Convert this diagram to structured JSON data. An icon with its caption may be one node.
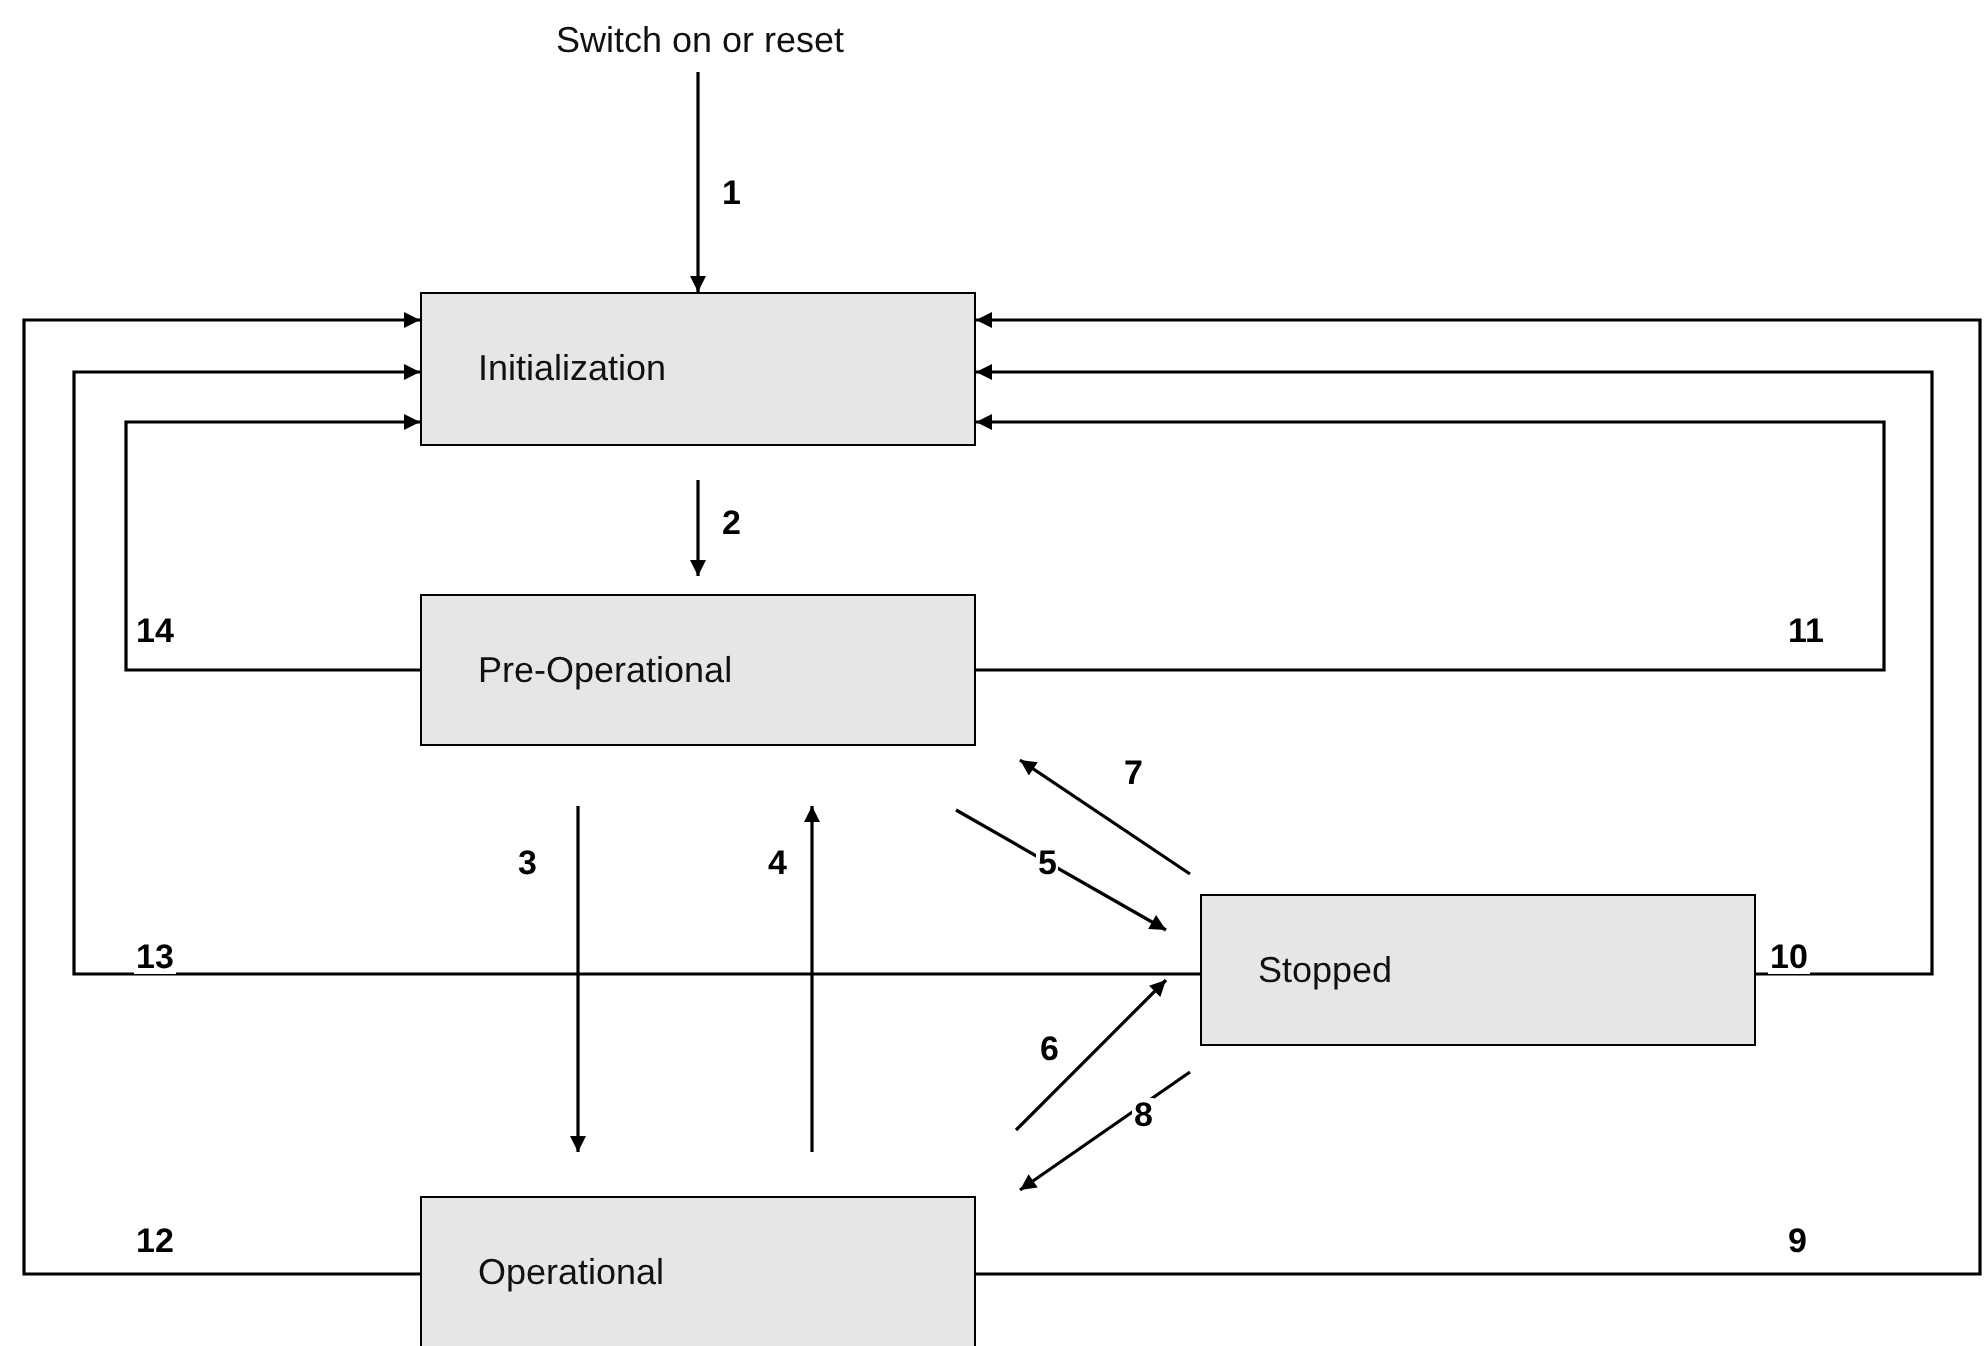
{
  "diagram": {
    "nodes": [
      {
        "text": [
          "Switch on or reset"
        ]
      },
      {
        "text": [
          "Initialization"
        ]
      },
      {
        "text": [
          "Pre-Operational"
        ]
      },
      {
        "text": [
          "Stopped"
        ]
      },
      {
        "text": [
          "Operational"
        ]
      }
    ],
    "edges": [
      {
        "from": 0,
        "to": 1,
        "arrow": "to",
        "label": "1"
      },
      {
        "from": 1,
        "to": 2,
        "arrow": "to",
        "label": "2"
      },
      {
        "from": 2,
        "to": 4,
        "arrow": "to",
        "label": "3"
      },
      {
        "from": 4,
        "to": 2,
        "arrow": "to",
        "label": "4"
      },
      {
        "from": 2,
        "to": 3,
        "arrow": "to",
        "label": "5"
      },
      {
        "from": 4,
        "to": 3,
        "arrow": "to",
        "label": "6"
      },
      {
        "from": 3,
        "to": 2,
        "arrow": "to",
        "label": "7"
      },
      {
        "from": 3,
        "to": 4,
        "arrow": "to",
        "label": "8"
      },
      {
        "from": 4,
        "to": 1,
        "arrow": "to",
        "label": "9"
      },
      {
        "from": 3,
        "to": 1,
        "arrow": "to",
        "label": "10"
      },
      {
        "from": 2,
        "to": 1,
        "arrow": "to",
        "label": "11"
      },
      {
        "from": 4,
        "to": 1,
        "arrow": "to",
        "label": "12"
      },
      {
        "from": 3,
        "to": 1,
        "arrow": "to",
        "label": "13"
      },
      {
        "from": 2,
        "to": 1,
        "arrow": "to",
        "label": "14"
      }
    ]
  }
}
